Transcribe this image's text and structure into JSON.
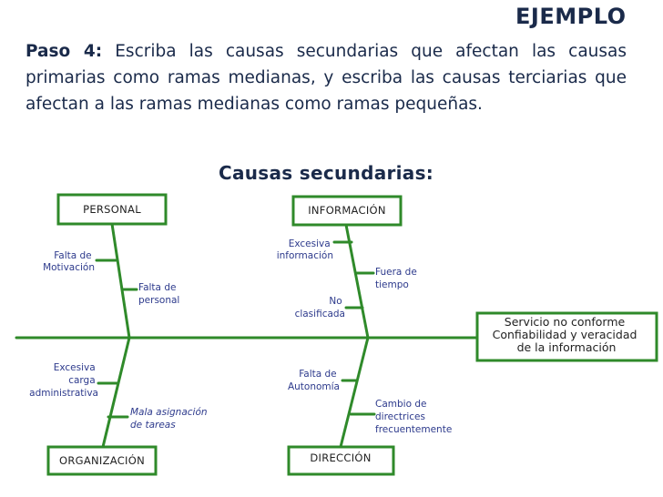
{
  "header": {
    "example_label": "EJEMPLO",
    "step_label": "Paso 4:",
    "step_text": " Escriba las causas secundarias que afectan las causas primarias como ramas medianas, y escriba las causas terciarias que afectan a las ramas medianas como ramas pequeñas.",
    "subheading": "Causas secundarias:"
  },
  "diagram": {
    "effect": {
      "lines": [
        "Servicio no conforme",
        "Confiabilidad y veracidad",
        "de la información"
      ]
    },
    "categories": {
      "personal": {
        "label": "PERSONAL",
        "causes": [
          {
            "lines": [
              "Falta de",
              "Motivación"
            ]
          },
          {
            "lines": [
              "Falta de",
              "personal"
            ]
          }
        ]
      },
      "informacion": {
        "label": "INFORMACIÓN",
        "causes": [
          {
            "lines": [
              "Excesiva",
              "información"
            ]
          },
          {
            "lines": [
              "Fuera de",
              "tiempo"
            ]
          },
          {
            "lines": [
              "No",
              "clasificada"
            ]
          }
        ]
      },
      "organizacion": {
        "label": "ORGANIZACIÓN",
        "causes": [
          {
            "lines": [
              "Excesiva",
              "carga",
              "administrativa"
            ]
          },
          {
            "lines": [
              "Mala asignación",
              "de tareas"
            ]
          }
        ]
      },
      "direccion": {
        "label": "DIRECCIÓN",
        "causes": [
          {
            "lines": [
              "Falta de",
              "Autonomía"
            ]
          },
          {
            "lines": [
              "Cambio de",
              "directrices",
              "frecuentemente"
            ]
          }
        ]
      }
    },
    "colors": {
      "branch": "#2f8a2a",
      "text_blue": "#2d3a8c",
      "heading": "#1a2a4a"
    }
  }
}
